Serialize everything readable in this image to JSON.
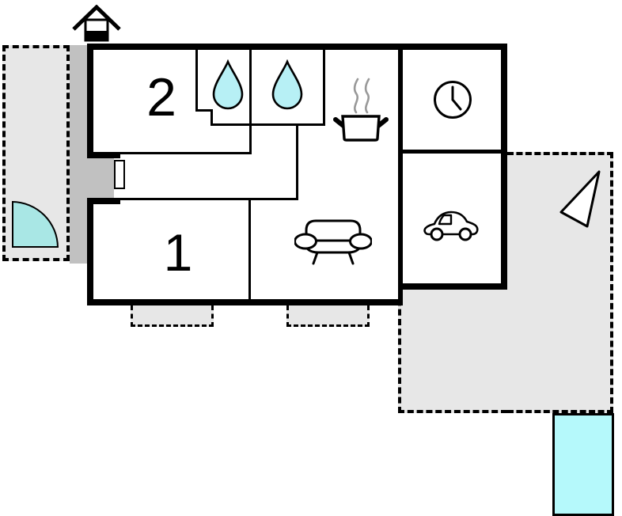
{
  "floorplan": {
    "room_labels": {
      "bedroom_1": "1",
      "bedroom_2": "2"
    },
    "rooms": [
      {
        "name": "bedroom-2",
        "label": "2"
      },
      {
        "name": "bedroom-1",
        "label": "1"
      },
      {
        "name": "bathroom-1",
        "icon": "water-drop-icon"
      },
      {
        "name": "bathroom-2",
        "icon": "water-drop-icon"
      },
      {
        "name": "kitchen",
        "icon": "cooking-pot-icon"
      },
      {
        "name": "utility-room",
        "icon": "clock-icon"
      },
      {
        "name": "garage",
        "icon": "car-icon"
      },
      {
        "name": "living-room",
        "icon": "sofa-icon"
      }
    ],
    "outdoor_features": [
      {
        "name": "terrace-left"
      },
      {
        "name": "terrace-right"
      },
      {
        "name": "steps-left"
      },
      {
        "name": "steps-right"
      },
      {
        "name": "pool"
      },
      {
        "name": "entrance-door"
      },
      {
        "name": "door-swing"
      },
      {
        "name": "chimney"
      },
      {
        "name": "north-arrow"
      }
    ],
    "colors": {
      "wall": "#000000",
      "terrace": "#e7e7e7",
      "porch": "#c1c1c1",
      "water_drop": "#b7f0f5",
      "pool": "#b5f9fb",
      "door_swing": "#a9e7e5",
      "steam": "#999999",
      "background": "#ffffff"
    }
  }
}
